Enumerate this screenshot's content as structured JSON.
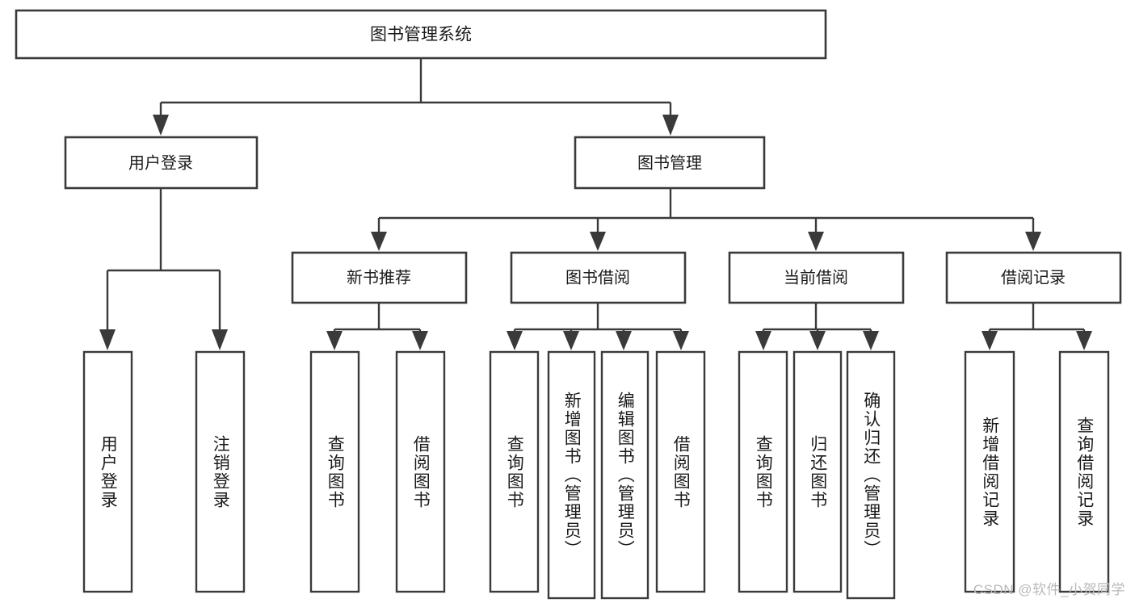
{
  "diagram": {
    "title": "图书管理系统",
    "type": "tree",
    "watermark": "CSDN @软件_小贺同学",
    "colors": {
      "box_stroke": "#3a3a3a",
      "box_fill": "#ffffff",
      "text": "#1b1b1b",
      "watermark": "#b9b9b9",
      "background": "#ffffff"
    },
    "levels": {
      "root": {
        "label": "图书管理系统"
      },
      "level2": [
        {
          "id": "user-login",
          "label": "用户登录"
        },
        {
          "id": "book-manage",
          "label": "图书管理"
        }
      ],
      "level3": [
        {
          "id": "new-book-recommend",
          "label": "新书推荐"
        },
        {
          "id": "book-borrow",
          "label": "图书借阅"
        },
        {
          "id": "current-borrow",
          "label": "当前借阅"
        },
        {
          "id": "borrow-record",
          "label": "借阅记录"
        }
      ],
      "leaves": {
        "user-login": [
          {
            "id": "leaf-user-login",
            "label": "用户登录"
          },
          {
            "id": "leaf-logout",
            "label": "注销登录"
          }
        ],
        "new-book-recommend": [
          {
            "id": "leaf-query-book-1",
            "label": "查询图书"
          },
          {
            "id": "leaf-borrow-book-1",
            "label": "借阅图书"
          }
        ],
        "book-borrow": [
          {
            "id": "leaf-query-book-2",
            "label": "查询图书"
          },
          {
            "id": "leaf-add-book",
            "label": "新增图书（管理员）"
          },
          {
            "id": "leaf-edit-book",
            "label": "编辑图书（管理员）"
          },
          {
            "id": "leaf-borrow-book-2",
            "label": "借阅图书"
          }
        ],
        "current-borrow": [
          {
            "id": "leaf-query-book-3",
            "label": "查询图书"
          },
          {
            "id": "leaf-return-book",
            "label": "归还图书"
          },
          {
            "id": "leaf-confirm-return",
            "label": "确认归还（管理员）"
          }
        ],
        "borrow-record": [
          {
            "id": "leaf-add-record",
            "label": "新增借阅记录"
          },
          {
            "id": "leaf-query-record",
            "label": "查询借阅记录"
          }
        ]
      }
    }
  }
}
